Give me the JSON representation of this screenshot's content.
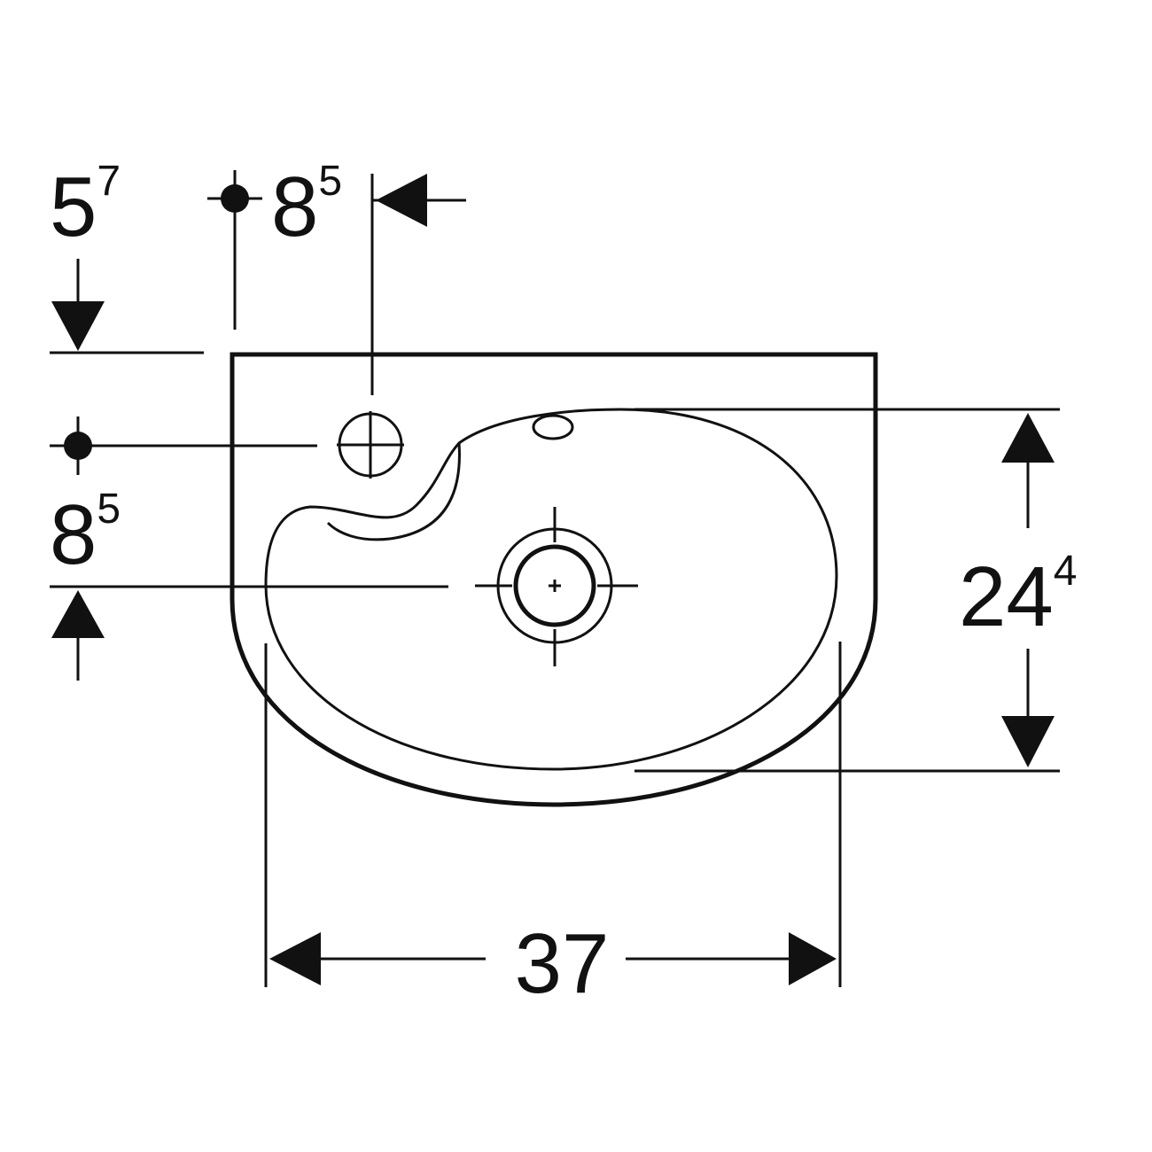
{
  "dimensions": {
    "tap_offset_top": {
      "main": "5",
      "sup": "7"
    },
    "tap_offset_side": {
      "main": "8",
      "sup": "5"
    },
    "tap_offset_left": {
      "main": "8",
      "sup": "5"
    },
    "depth": {
      "main": "24",
      "sup": "4"
    },
    "width": {
      "main": "37",
      "sup": ""
    }
  },
  "colors": {
    "line": "#111111",
    "background": "#ffffff"
  }
}
